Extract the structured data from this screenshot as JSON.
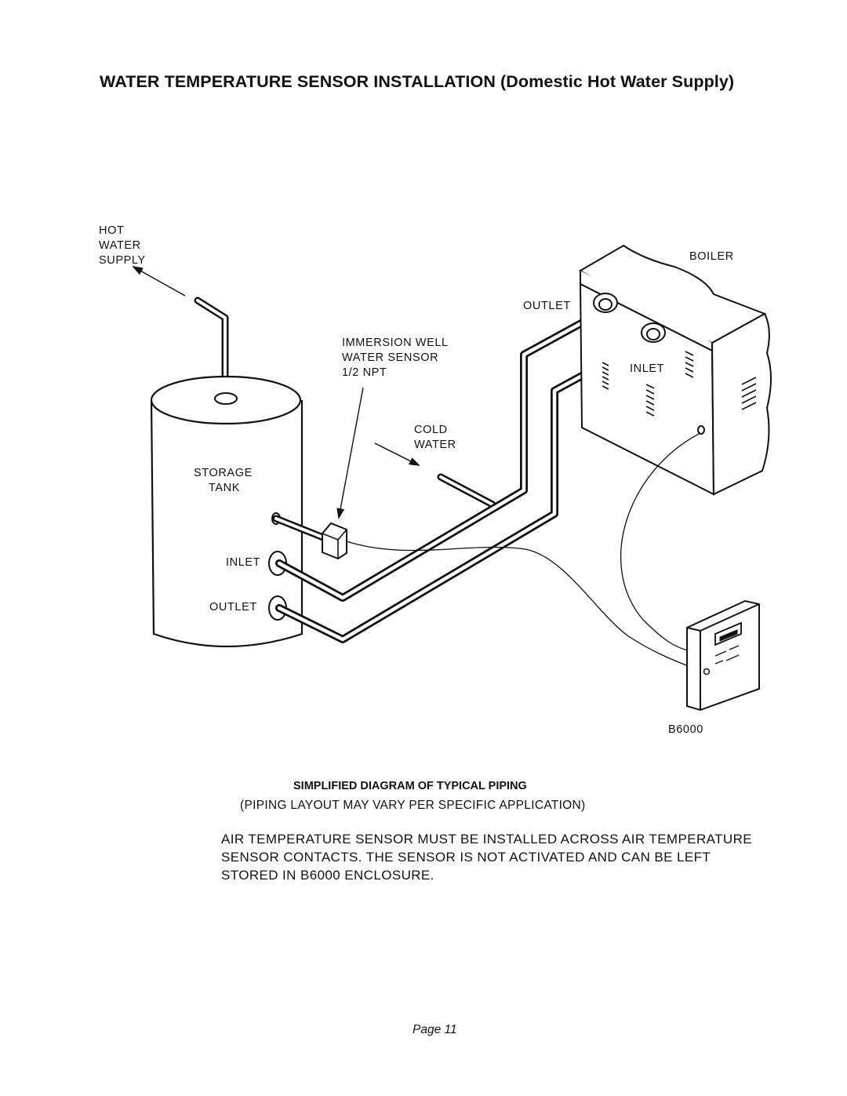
{
  "header": {
    "title_main": "WATER TEMPERATURE SENSOR INSTALLATION",
    "title_sub": "(Domestic Hot Water Supply)"
  },
  "diagram": {
    "labels": {
      "hot_water_supply": [
        "HOT",
        "WATER",
        "SUPPLY"
      ],
      "boiler": "BOILER",
      "boiler_outlet": "OUTLET",
      "boiler_inlet": "INLET",
      "immersion_well": [
        "IMMERSION WELL",
        "WATER SENSOR",
        "1/2 NPT"
      ],
      "cold_water": [
        "COLD",
        "WATER"
      ],
      "storage_tank": [
        "STORAGE",
        "TANK"
      ],
      "tank_inlet": "INLET",
      "tank_outlet": "OUTLET",
      "controller": "B6000"
    },
    "icons": [
      "storage-tank-icon",
      "boiler-icon",
      "immersion-sensor-icon",
      "b6000-controller-icon",
      "arrow-icon"
    ]
  },
  "caption": {
    "title": "SIMPLIFIED DIAGRAM OF TYPICAL PIPING",
    "subtitle": "(PIPING LAYOUT MAY VARY PER SPECIFIC APPLICATION)"
  },
  "note": {
    "lines": [
      "AIR TEMPERATURE SENSOR MUST BE INSTALLED ACROSS AIR TEMPERATURE",
      "SENSOR CONTACTS.  THE SENSOR IS NOT ACTIVATED AND CAN BE LEFT",
      "STORED IN B6000 ENCLOSURE."
    ]
  },
  "footer": {
    "page": "Page 11"
  }
}
